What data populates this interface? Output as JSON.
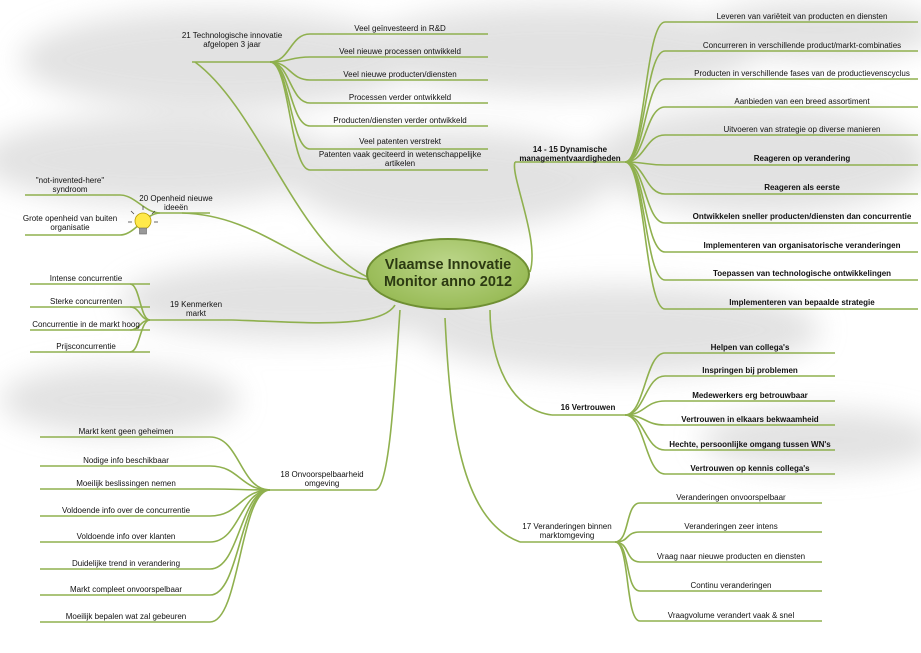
{
  "center": {
    "line1": "Vlaamse Innovatie",
    "line2": "Monitor anno 2012"
  },
  "topics": {
    "tech": {
      "title": "21 Technologische innovatie afgelopen 3 jaar",
      "items": [
        "Veel geïnvesteerd in R&D",
        "Veel nieuwe processen ontwikkeld",
        "Veel nieuwe producten/diensten",
        "Processen verder ontwikkeld",
        "Producten/diensten verder ontwikkeld",
        "Veel patenten verstrekt",
        "Patenten vaak geciteerd in wetenschappelijke artikelen"
      ]
    },
    "dyn": {
      "title_line1": "14 - 15 Dynamische",
      "title_line2": "managementvaardigheden",
      "items": [
        "Leveren van variëteit van producten en diensten",
        "Concurreren in verschillende product/markt-combinaties",
        "Producten in verschillende fases van de productievenscyclus",
        "Aanbieden van een breed assortiment",
        "Uitvoeren van strategie op diverse manieren",
        "Reageren op verandering",
        "Reageren als eerste",
        "Ontwikkelen sneller producten/diensten dan concurrentie",
        "Implementeren van organisatorische veranderingen",
        "Toepassen van technologische ontwikkelingen",
        "Implementeren van bepaalde strategie"
      ]
    },
    "open": {
      "title_line1": "20 Openheid nieuwe",
      "title_line2": "ideeën",
      "items": [
        "\"not-invented-here\" syndroom",
        "Grote openheid van buiten organisatie"
      ]
    },
    "markt": {
      "title_line1": "19 Kenmerken",
      "title_line2": "markt",
      "items": [
        "Intense concurrentie",
        "Sterke concurrenten",
        "Concurrentie in de markt hoog",
        "Prijsconcurrentie"
      ]
    },
    "vertrouwen": {
      "title": "16 Vertrouwen",
      "items": [
        "Helpen van collega's",
        "Inspringen bij problemen",
        "Medewerkers erg betrouwbaar",
        "Vertrouwen in elkaars bekwaamheid",
        "Hechte, persoonlijke omgang tussen WN's",
        "Vertrouwen op kennis collega's"
      ]
    },
    "onvoor": {
      "title_line1": "18 Onvoorspelbaarheid",
      "title_line2": "omgeving",
      "items": [
        "Markt kent geen geheimen",
        "Nodige info beschikbaar",
        "Moeilijk beslissingen nemen",
        "Voldoende info over de concurrentie",
        "Voldoende info over klanten",
        "Duidelijke trend in verandering",
        "Markt compleet onvoorspelbaar",
        "Moeilijk bepalen wat zal gebeuren"
      ]
    },
    "verand": {
      "title_line1": "17 Veranderingen binnen",
      "title_line2": "marktomgeving",
      "items": [
        "Veranderingen onvoorspelbaar",
        "Veranderingen zeer intens",
        "Vraag naar nieuwe producten en diensten",
        "Continu veranderingen",
        "Vraagvolume verandert vaak & snel"
      ]
    }
  },
  "colors": {
    "branch": "#8fb04e",
    "center_fill": "#9bbd5a",
    "center_border": "#6f8f33",
    "cloud": "#d6d6d6"
  }
}
